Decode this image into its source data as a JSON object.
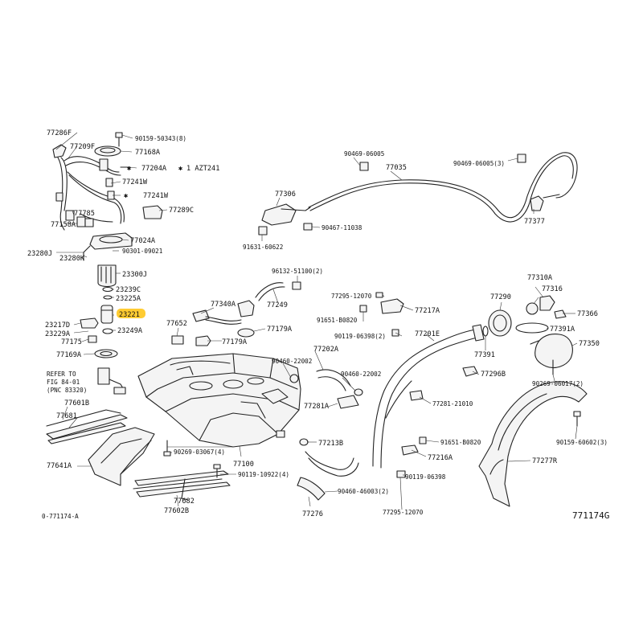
{
  "highlight_color": "#ffcc33",
  "labels": {
    "l77286F": "77286F",
    "l90159_50343": "90159-50343(8)",
    "l77209F": "77209F",
    "l77168A": "77168A",
    "l77204A": "77204A",
    "lAZT241": "1 AZT241",
    "l77241W_1": "77241W",
    "l77241W_2": "77241W",
    "l77289C": "77289C",
    "l77785": "77785",
    "l77158A": "77158A",
    "l77024A": "77024A",
    "l23280J": "23280J",
    "l23280K": "23280K",
    "l90301_09021": "90301-09021",
    "l23300J": "23300J",
    "l23239C": "23239C",
    "l23225A": "23225A",
    "l23221": "23221",
    "l23217D": "23217D",
    "l23229A": "23229A",
    "l23249A": "23249A",
    "l77175": "77175",
    "l77169A": "77169A",
    "refer1": "REFER TO",
    "refer2": "FIG 84-01",
    "refer3": "(PNC 83320)",
    "l77601B": "77601B",
    "l77681": "77681",
    "l77641A": "77641A",
    "l77682": "77682",
    "l77602B": "77602B",
    "l90269_03067": "90269-03067(4)",
    "l77100": "77100",
    "l90119_10922": "90119-10922(4)",
    "l77652": "77652",
    "l77340A": "77340A",
    "l96132_51100": "96132-51100(2)",
    "l77249": "77249",
    "l77179A_1": "77179A",
    "l77179A_2": "77179A",
    "l90469_06005_a": "90469-06005",
    "l77035": "77035",
    "l90469_06005_b": "90469-06005(3)",
    "l77306": "77306",
    "l90467_11038": "90467-11038",
    "l91631_60622": "91631-60622",
    "l77377": "77377",
    "l77295_12070_a": "77295-12070",
    "l77217A": "77217A",
    "l91651_B0820_a": "91651-B0820",
    "l90119_06398_a": "90119-06398(2)",
    "l77201E": "77201E",
    "l77290": "77290",
    "l77310A": "77310A",
    "l77316": "77316",
    "l77366": "77366",
    "l77391A": "77391A",
    "l77391": "77391",
    "l77350": "77350",
    "l90460_22002_a": "90460-22002",
    "l77202A": "77202A",
    "l90460_22002_b": "90460-22002",
    "l77296B": "77296B",
    "l90269_06017": "90269-06017(2)",
    "l77281A": "77281A",
    "l77281_21010": "77281-21010",
    "l91651_B0820_b": "91651-B0820",
    "l77213B": "77213B",
    "l77216A": "77216A",
    "l90119_06398_b": "90119-06398",
    "l90460_46003": "90460-46003(2)",
    "l77276": "77276",
    "l77295_12070_b": "77295-12070",
    "l77277R": "77277R",
    "l90159_60602": "90159-60602(3)",
    "ref_code": "0-771174-A",
    "figure_id": "771174G"
  }
}
